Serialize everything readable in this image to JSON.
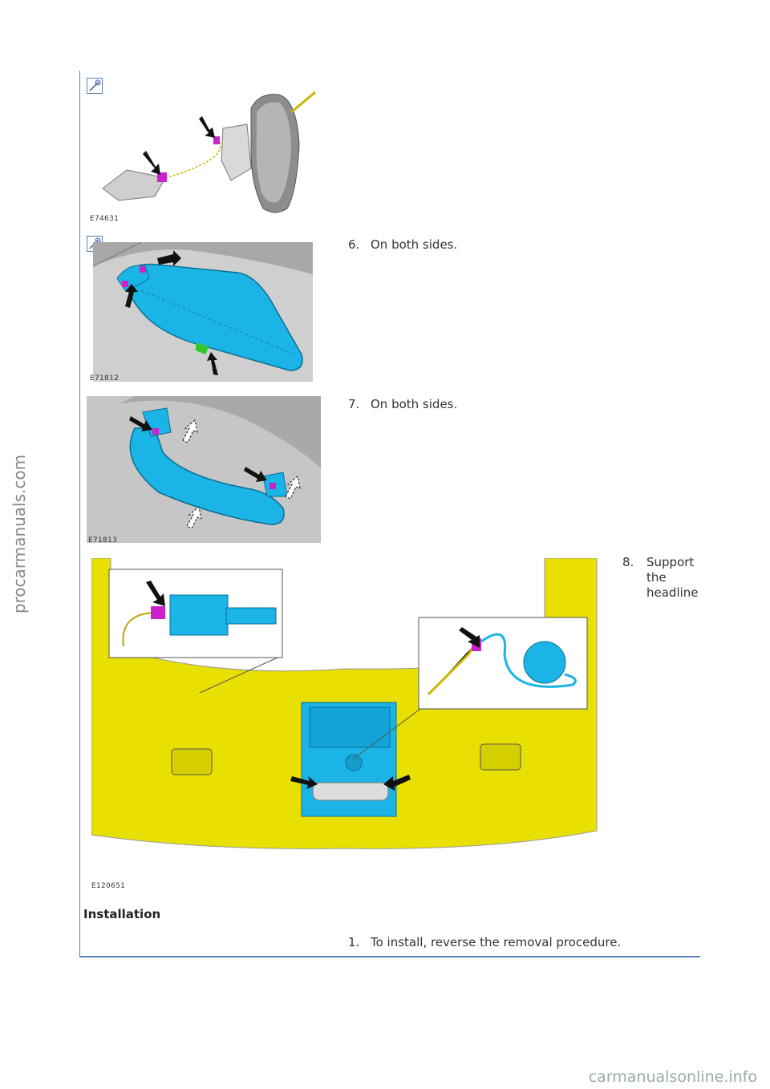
{
  "figures": [
    {
      "code": "E74631"
    },
    {
      "code": "E71812"
    },
    {
      "code": "E71813"
    },
    {
      "code": "E120651"
    }
  ],
  "steps": [
    {
      "num": "6.",
      "text": "On both sides."
    },
    {
      "num": "7.",
      "text": "On both sides."
    },
    {
      "num": "8.",
      "text": "Support the headline"
    }
  ],
  "installation": {
    "heading": "Installation",
    "steps": [
      {
        "num": "1.",
        "text": "To install, reverse the removal procedure."
      }
    ]
  },
  "watermark_side": "procarmanuals.com",
  "watermark_footer": "carmanualsonline.info",
  "icons": {
    "zoom": "zoom-in-icon"
  },
  "colors": {
    "rule": "#5b7fb8",
    "part": "#1ab4e6",
    "connector": "#cc22cc",
    "headliner": "#e8e000"
  }
}
